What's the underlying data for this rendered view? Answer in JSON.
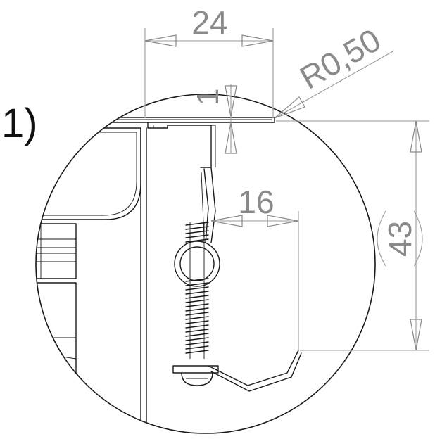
{
  "detail": {
    "label": "1)"
  },
  "dimensions": {
    "width_top": "24",
    "radius": "R0,50",
    "thickness": "1",
    "offset": "16",
    "height_ref": "43"
  },
  "colors": {
    "part_stroke": "#1a1a1a",
    "dimension_stroke": "#8a8a8a",
    "background": "#ffffff"
  }
}
